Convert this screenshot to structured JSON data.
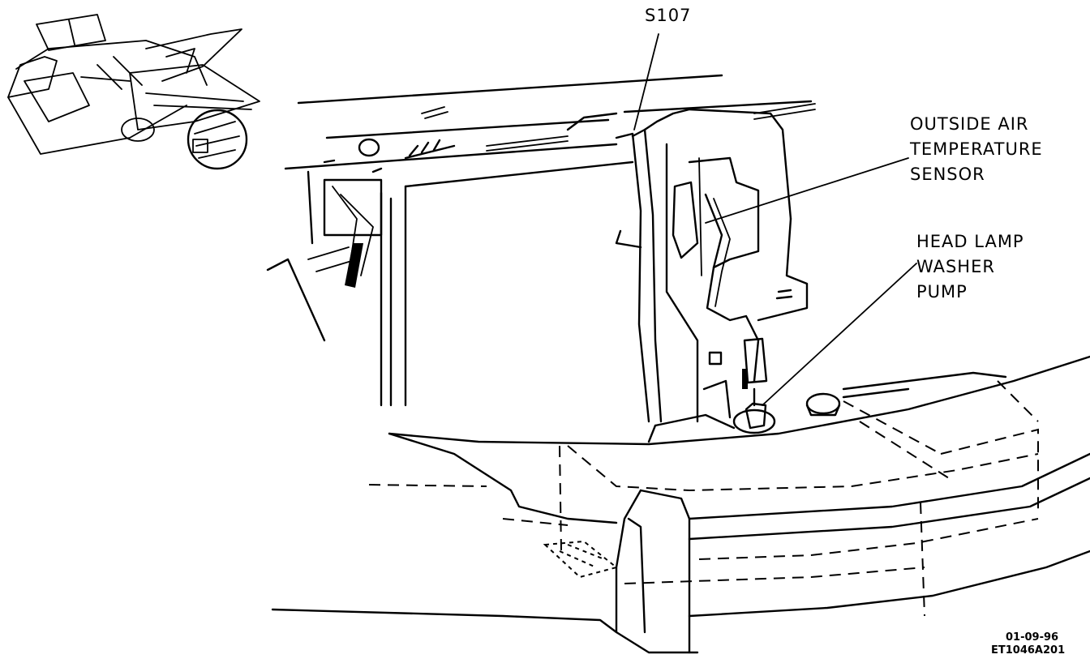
{
  "callouts": {
    "splice": "S107",
    "oat_sensor": [
      "OUTSIDE AIR",
      "TEMPERATURE",
      "SENSOR"
    ],
    "washer_pump": [
      "HEAD LAMP",
      "WASHER",
      "PUMP"
    ]
  },
  "figure_code": {
    "date": "01-09-96",
    "id": "ET1046A201"
  },
  "colors": {
    "ink": "#000000",
    "paper": "#ffffff"
  }
}
